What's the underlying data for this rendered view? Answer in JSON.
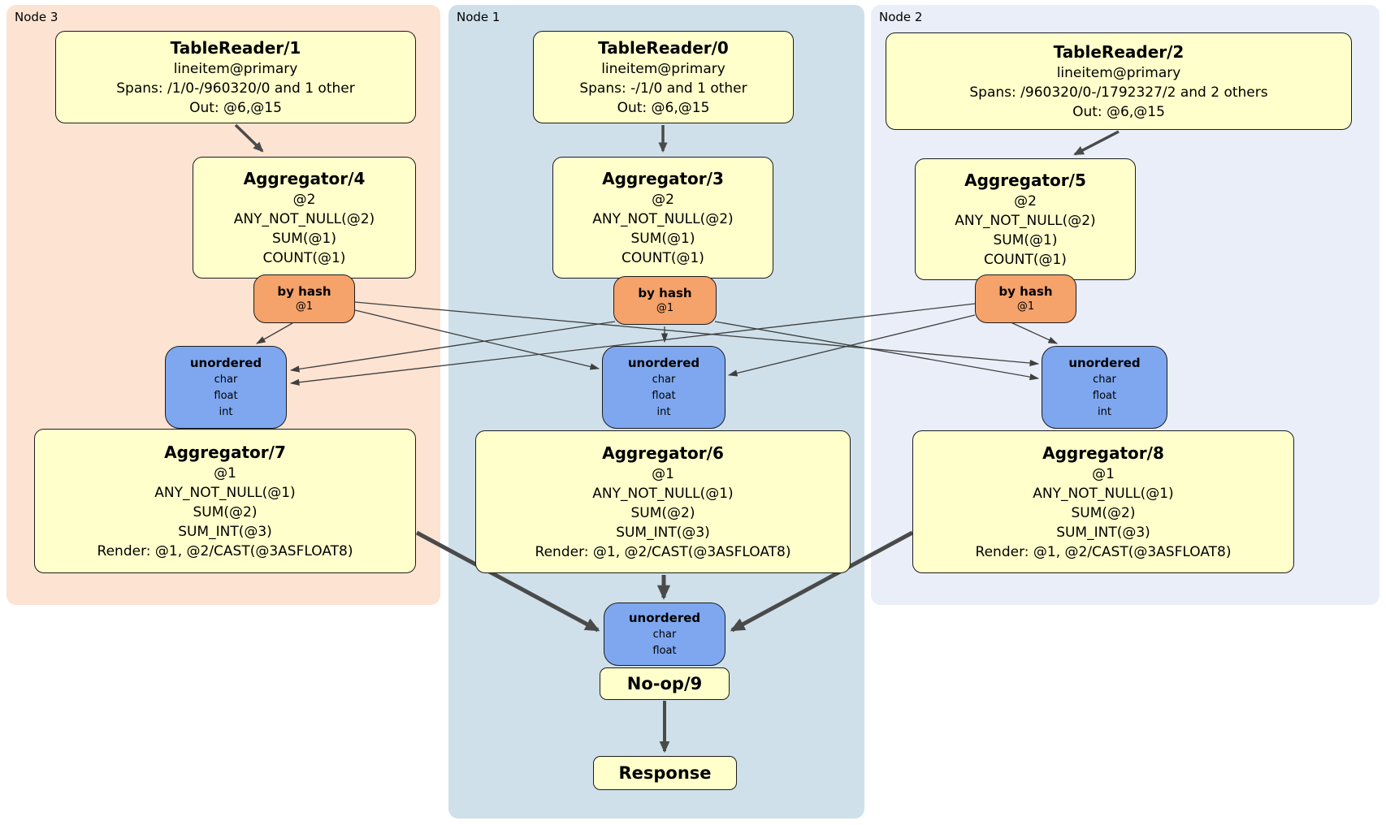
{
  "nodes": {
    "node3": {
      "label": "Node 3",
      "table_reader": {
        "title": "TableReader/1",
        "lines": [
          "lineitem@primary",
          "Spans: /1/0-/960320/0 and 1 other",
          "Out: @6,@15"
        ]
      },
      "aggregator_top": {
        "title": "Aggregator/4",
        "lines": [
          "@2",
          "ANY_NOT_NULL(@2)",
          "SUM(@1)",
          "COUNT(@1)"
        ]
      },
      "hash_router": {
        "title": "by hash",
        "key": "@1"
      },
      "sync": {
        "title": "unordered",
        "streams": [
          "char",
          "float",
          "int"
        ]
      },
      "aggregator_bottom": {
        "title": "Aggregator/7",
        "lines": [
          "@1",
          "ANY_NOT_NULL(@1)",
          "SUM(@2)",
          "SUM_INT(@3)",
          "Render: @1, @2/CAST(@3ASFLOAT8)"
        ]
      }
    },
    "node1": {
      "label": "Node 1",
      "table_reader": {
        "title": "TableReader/0",
        "lines": [
          "lineitem@primary",
          "Spans: -/1/0 and 1 other",
          "Out: @6,@15"
        ]
      },
      "aggregator_top": {
        "title": "Aggregator/3",
        "lines": [
          "@2",
          "ANY_NOT_NULL(@2)",
          "SUM(@1)",
          "COUNT(@1)"
        ]
      },
      "hash_router": {
        "title": "by hash",
        "key": "@1"
      },
      "sync": {
        "title": "unordered",
        "streams": [
          "char",
          "float",
          "int"
        ]
      },
      "aggregator_bottom": {
        "title": "Aggregator/6",
        "lines": [
          "@1",
          "ANY_NOT_NULL(@1)",
          "SUM(@2)",
          "SUM_INT(@3)",
          "Render: @1, @2/CAST(@3ASFLOAT8)"
        ]
      }
    },
    "node2": {
      "label": "Node 2",
      "table_reader": {
        "title": "TableReader/2",
        "lines": [
          "lineitem@primary",
          "Spans: /960320/0-/1792327/2 and 2 others",
          "Out: @6,@15"
        ]
      },
      "aggregator_top": {
        "title": "Aggregator/5",
        "lines": [
          "@2",
          "ANY_NOT_NULL(@2)",
          "SUM(@1)",
          "COUNT(@1)"
        ]
      },
      "hash_router": {
        "title": "by hash",
        "key": "@1"
      },
      "sync": {
        "title": "unordered",
        "streams": [
          "char",
          "float",
          "int"
        ]
      },
      "aggregator_bottom": {
        "title": "Aggregator/8",
        "lines": [
          "@1",
          "ANY_NOT_NULL(@1)",
          "SUM(@2)",
          "SUM_INT(@3)",
          "Render: @1, @2/CAST(@3ASFLOAT8)"
        ]
      }
    }
  },
  "final": {
    "sync": {
      "title": "unordered",
      "streams": [
        "char",
        "float"
      ]
    },
    "noop": {
      "title": "No-op/9"
    },
    "response": {
      "title": "Response"
    }
  },
  "colors": {
    "node3_bg": "#fce3d2",
    "node1_bg": "#cfe0ea",
    "node2_bg": "#e9eef8",
    "operator_bg": "#ffffcc",
    "hash_router_bg": "#f5a26b",
    "sync_bg": "#7ea7ef",
    "box_border": "#1c1c1c",
    "edge": "#4a4a4a"
  }
}
